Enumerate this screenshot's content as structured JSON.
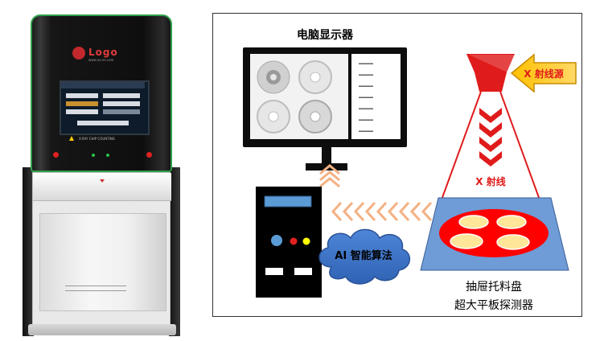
{
  "machine": {
    "logo_text": "Logo",
    "logo_sub": "www.xx-xx.com",
    "brand_text": "X-RAY CHIP COUNTING"
  },
  "diagram": {
    "monitor_label": "电脑显示器",
    "xray_source_label": "X 射线源",
    "xray_label": "X 射线",
    "ai_label": "AI 智能算法",
    "tray_label": "抽屉托料盘",
    "detector_label": "超大平板探测器",
    "dots_lines": [
      "………",
      "………",
      "………",
      "………",
      "………",
      "………",
      "………"
    ],
    "colors": {
      "monitor_frame": "#0d0d0d",
      "beam": "#e01b1b",
      "source": "#e01b1b",
      "arrow_yellow": "#ffc000",
      "detector_blue": "#6f9bd6",
      "tray_red": "#ff0000",
      "tray_disc": "#ffe699",
      "cloud": "#3d74c7",
      "orange_chevrons": "#f4b183"
    }
  }
}
